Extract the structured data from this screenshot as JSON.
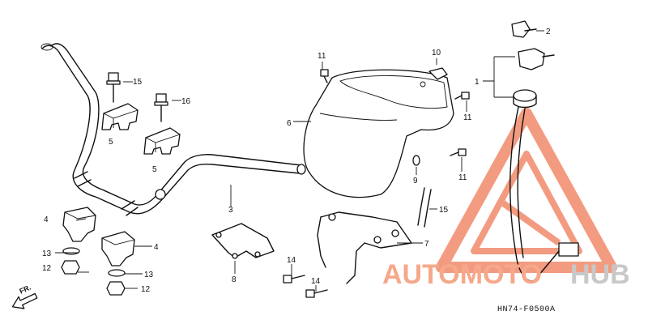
{
  "diagram": {
    "drawing_code": "HN74-F0500A",
    "direction_label": "FR.",
    "callouts": [
      "1",
      "2",
      "3",
      "4",
      "4",
      "5",
      "5",
      "6",
      "7",
      "8",
      "9",
      "10",
      "11",
      "11",
      "11",
      "12",
      "12",
      "13",
      "13",
      "14",
      "14",
      "15",
      "15",
      "16"
    ]
  },
  "watermark": {
    "part1": "AUTOMOTO",
    "part2": "HUB",
    "color_primary": "#f6a88a",
    "color_secondary": "#c8c8c8"
  }
}
